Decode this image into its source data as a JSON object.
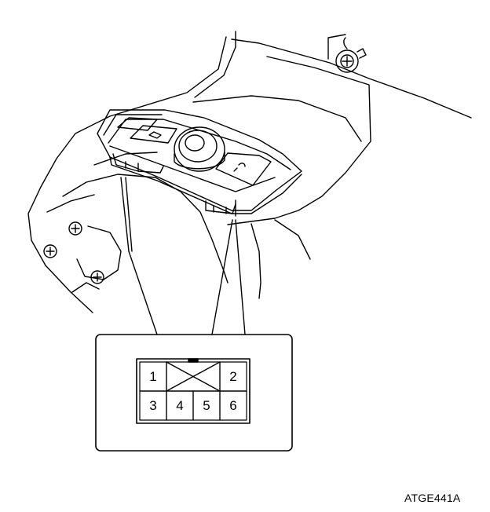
{
  "connector": {
    "pins": [
      {
        "id": "1",
        "label": "1"
      },
      {
        "id": "2",
        "label": "2"
      },
      {
        "id": "3",
        "label": "3"
      },
      {
        "id": "4",
        "label": "4"
      },
      {
        "id": "5",
        "label": "5"
      },
      {
        "id": "6",
        "label": "6"
      }
    ],
    "blank_position": "top-middle (crossed out)"
  },
  "figure_id": "ATGE441A",
  "colors": {
    "ink": "#000000",
    "paper": "#ffffff"
  }
}
